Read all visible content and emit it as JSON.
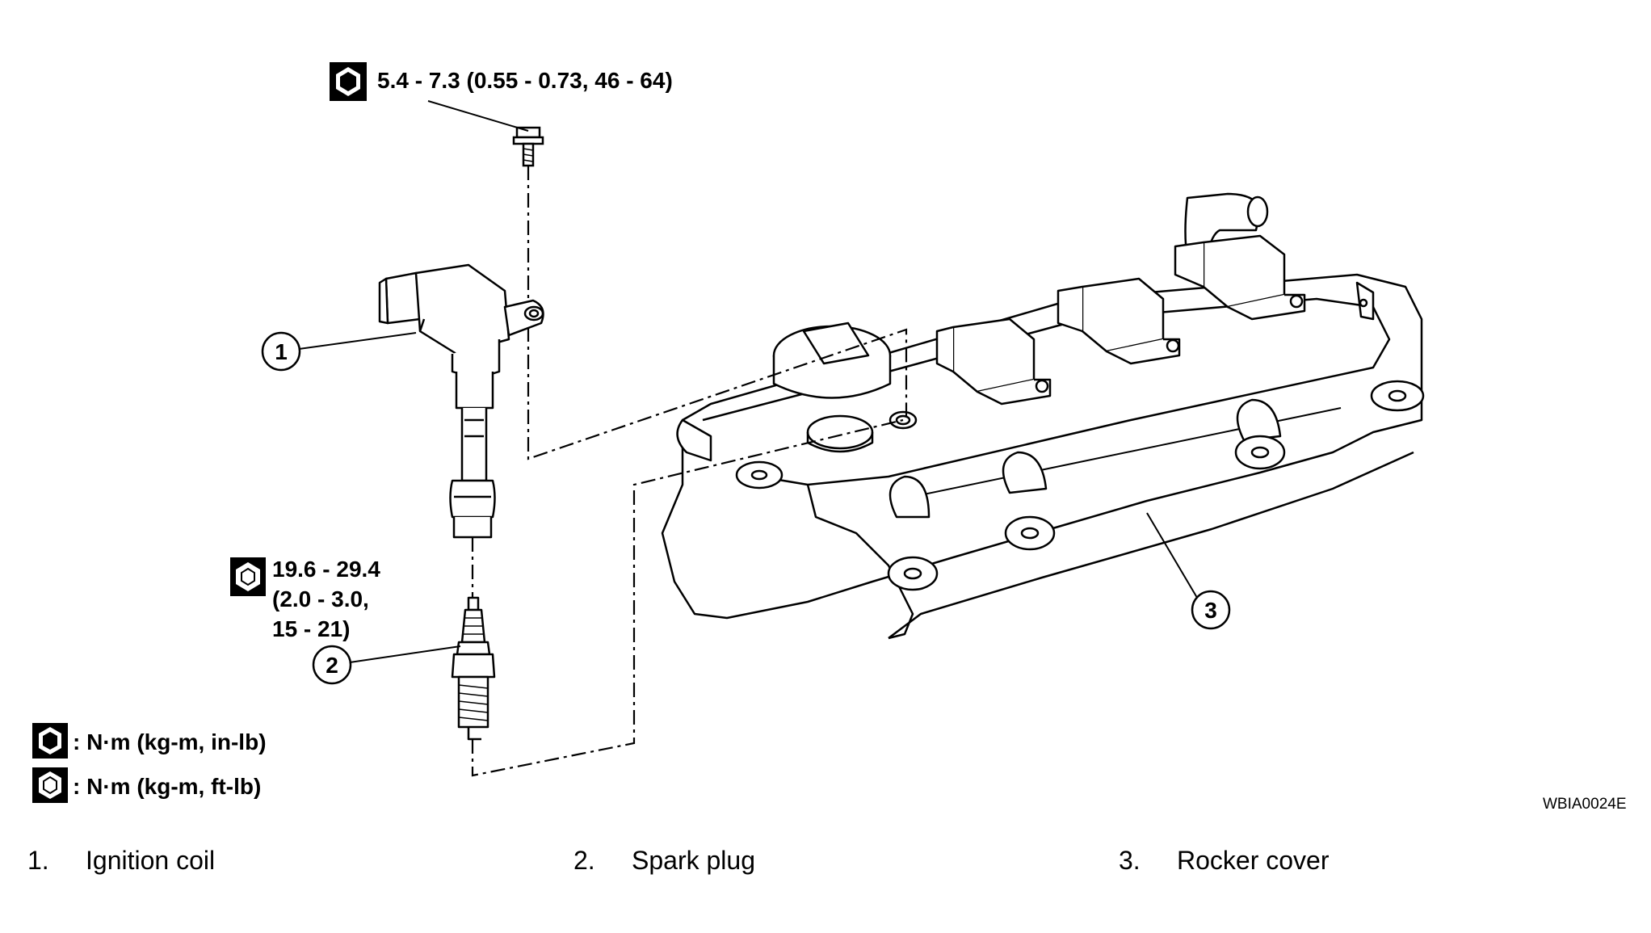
{
  "torque_bolt": "5.4 - 7.3 (0.55 - 0.73, 46 - 64)",
  "torque_plug": [
    "19.6 - 29.4",
    "(2.0 - 3.0,",
    "15 - 21)"
  ],
  "legend": [
    {
      "icon": "hex-torque-icon",
      "text": ": N·m  (kg-m,  in-lb)"
    },
    {
      "icon": "socket-torque-icon",
      "text": ": N·m  (kg-m,  ft-lb)"
    }
  ],
  "callouts": [
    "1",
    "2",
    "3"
  ],
  "figure_code": "WBIA0024E",
  "parts": [
    {
      "num": "1.",
      "name": "Ignition coil"
    },
    {
      "num": "2.",
      "name": "Spark plug"
    },
    {
      "num": "3.",
      "name": "Rocker cover"
    }
  ]
}
